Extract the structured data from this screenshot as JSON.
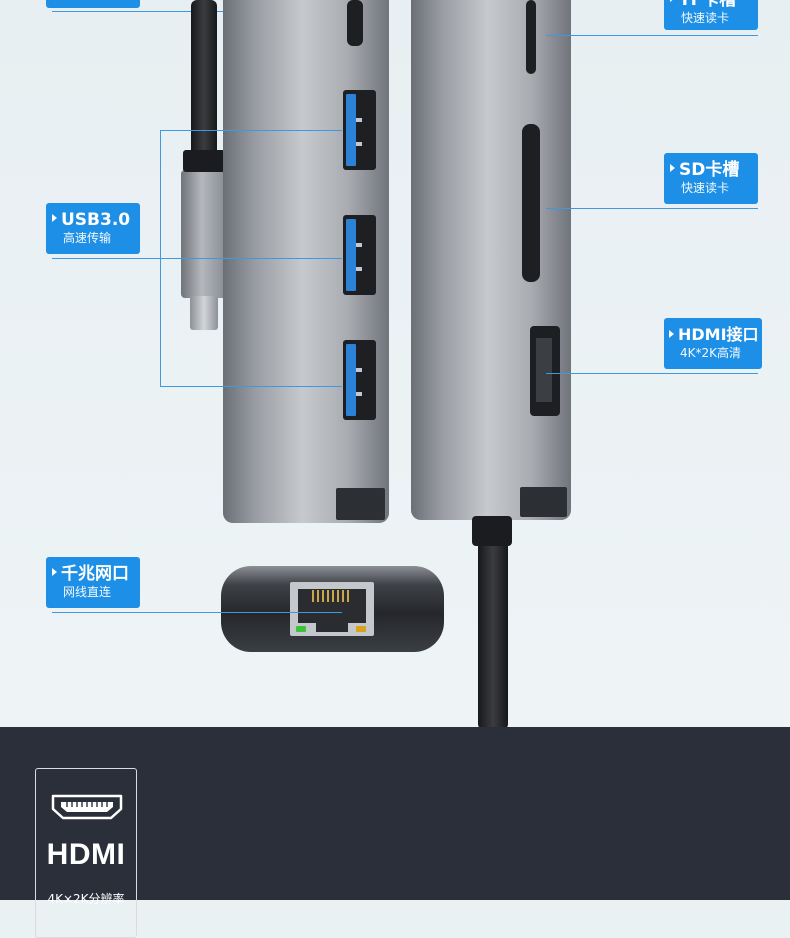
{
  "labels": {
    "tf": {
      "title": "TF卡槽",
      "sub": "快速读卡"
    },
    "sd": {
      "title": "SD卡槽",
      "sub": "快速读卡"
    },
    "usb": {
      "title": "USB3.0",
      "sub": "高速传输"
    },
    "hdmi": {
      "title": "HDMI接口",
      "sub": "4K*2K高清"
    },
    "ethernet": {
      "title": "千兆网口",
      "sub": "网线直连"
    }
  },
  "feature_card": {
    "icon": "hdmi-port-icon",
    "title": "HDMI",
    "sub": "4K×2K分辨率"
  },
  "colors": {
    "accent": "#1e8fe6",
    "led_green": "#3cc23c",
    "led_amber": "#d9a21b",
    "dark_band": "#2b2f39"
  }
}
